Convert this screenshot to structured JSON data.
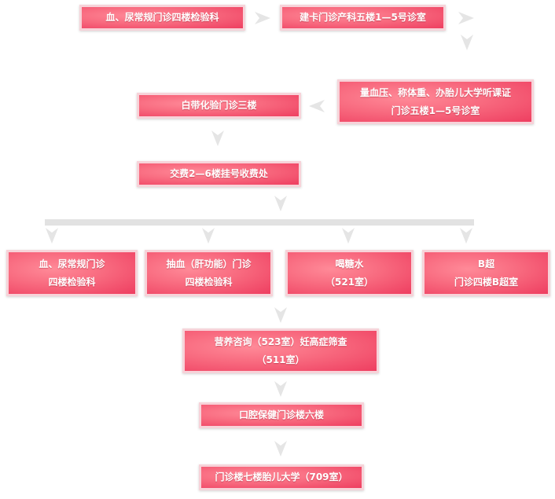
{
  "steps": {
    "s1": [
      "血、尿常规门诊四楼检验科"
    ],
    "s2": [
      "建卡门诊产科五楼1—5号诊室"
    ],
    "s3": [
      "量血压、称体重、办胎儿大学听课证",
      "门诊五楼1—5号诊室"
    ],
    "s4": [
      "白带化验门诊三楼"
    ],
    "s5": [
      "交费2—6楼挂号收费处"
    ],
    "b1": [
      "血、尿常规门诊",
      "四楼检验科"
    ],
    "b2": [
      "抽血（肝功能）门诊",
      "四楼检验科"
    ],
    "b3": [
      "喝糖水",
      "（521室）"
    ],
    "b4": [
      "B超",
      "门诊四楼B超室"
    ],
    "s6": [
      "营养咨询（523室）妊高症筛查",
      "（511室）"
    ],
    "s7": [
      "口腔保健门诊楼六楼"
    ],
    "s8": [
      "门诊楼七楼胎儿大学（709室）"
    ]
  },
  "colors": {
    "box_fill": "#f86a7f",
    "box_border": "#f7d3d9",
    "arrow": "#e5e5e5"
  }
}
